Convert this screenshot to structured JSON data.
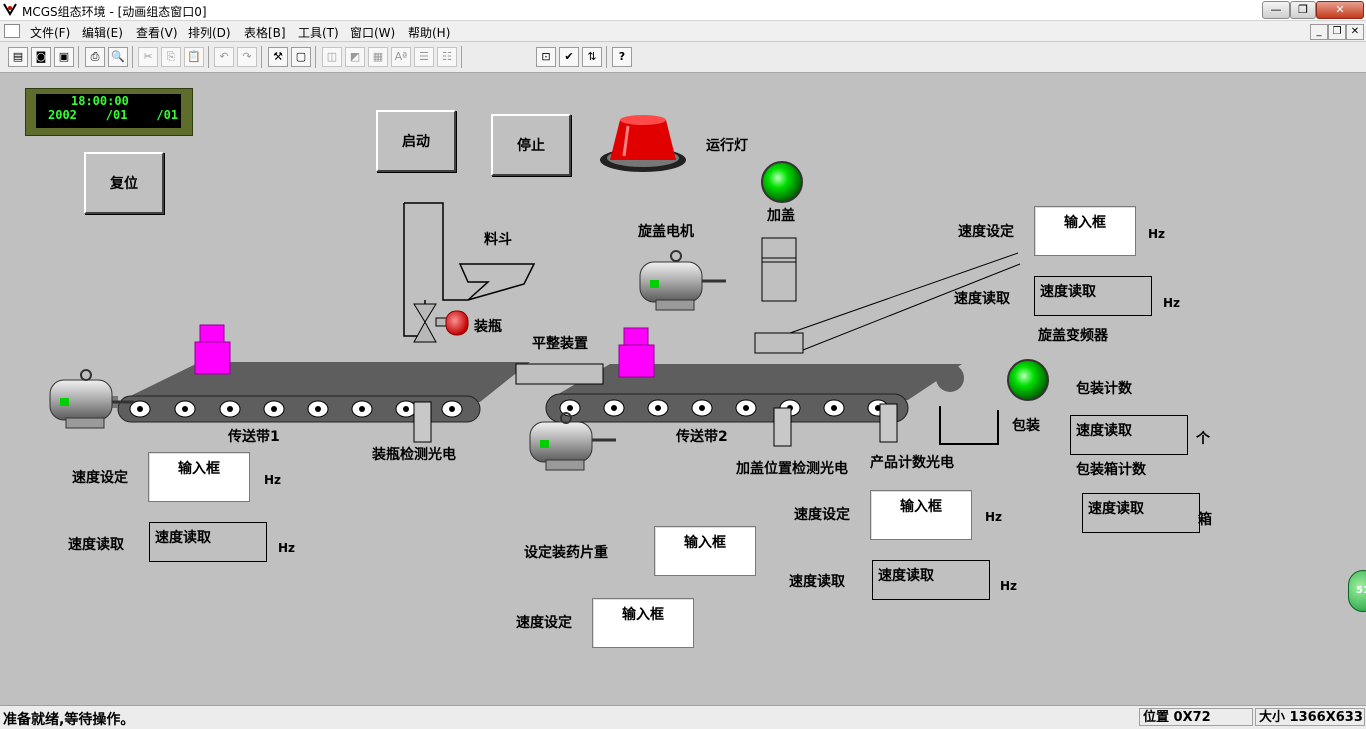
{
  "window": {
    "title": "MCGS组态环境 - [动画组态窗口0]",
    "controls": {
      "minimize": "—",
      "restore": "❐",
      "close": "✕"
    }
  },
  "menu": {
    "items": [
      "文件(F)",
      "编辑(E)",
      "查看(V)",
      "排列(D)",
      "表格[B]",
      "工具(T)",
      "窗口(W)",
      "帮助(H)"
    ],
    "mdi": {
      "minimize": "_",
      "restore": "❐",
      "close": "✕"
    }
  },
  "toolbar": {
    "glyphs": [
      "▤",
      "◙",
      "▣",
      "⎙",
      "🔍",
      "✂",
      "⎘",
      "📋",
      "↶",
      "↷",
      "⚒",
      "▢",
      "◫",
      "◩",
      "▦",
      "Aª",
      "☰",
      "☷",
      "⊡",
      "✔",
      "⇅",
      "?"
    ]
  },
  "scene": {
    "clock": {
      "time": "18:00:00",
      "date": "2002    /01    /01"
    },
    "buttons": {
      "start": "启动",
      "stop": "停止",
      "reset": "复位"
    },
    "labels": {
      "run_lamp": "运行灯",
      "cap_add": "加盖",
      "hopper": "料斗",
      "capping_motor": "旋盖电机",
      "bottling": "装瓶",
      "leveling": "平整装置",
      "conveyor1": "传送带1",
      "conveyor2": "传送带2",
      "bottle_sensor": "装瓶检测光电",
      "cap_position_sensor": "加盖位置检测光电",
      "product_count_sensor": "产品计数光电",
      "capping_inverter": "旋盖变频器",
      "pack_count": "包装计数",
      "pack": "包装",
      "box_count": "包装箱计数",
      "set_pill_weight": "设定装药片重"
    },
    "fields": {
      "speed_set": "速度设定",
      "speed_read": "速度读取",
      "input_box": "输入框",
      "read_box": "速度读取",
      "unit_hz": "Hz",
      "unit_piece": "个",
      "unit_box": "箱"
    },
    "side_badge": "51"
  },
  "status": {
    "message": "准备就绪,等待操作。",
    "position": "位置 0X72",
    "size": "大小 1366X633"
  },
  "colors": {
    "canvas": "#c0c0c0",
    "belt": "#5e5e5e",
    "box_magenta": "#ff00ff",
    "lamp_green": "#00d000",
    "alarm_red": "#e00000",
    "clock_text": "#33ff33"
  }
}
